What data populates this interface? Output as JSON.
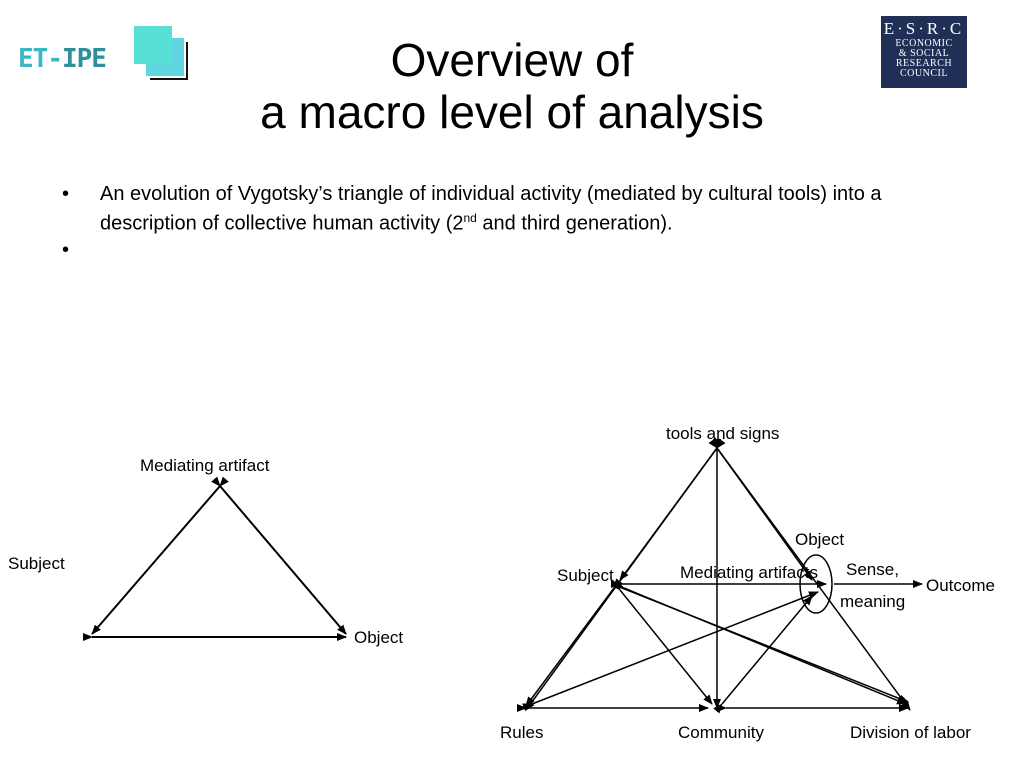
{
  "logo": {
    "text_et": "ET",
    "text_dash": "-",
    "text_ipe": "IPE"
  },
  "esrc": {
    "top": "E·S·R·C",
    "lines": [
      "ECONOMIC",
      "& SOCIAL",
      "RESEARCH",
      "COUNCIL"
    ]
  },
  "title": {
    "line1": "Overview of",
    "line2": "a macro level of analysis"
  },
  "bullets": {
    "item1": {
      "bullet": "•",
      "text_before_sup": "An evolution of Vygotsky’s triangle of individual activity (mediated by cultural tools) into a description of collective human activity (2",
      "sup": "nd",
      "text_after_sup": " and third generation)."
    },
    "item2": {
      "bullet": "•"
    }
  },
  "diagram_left": {
    "top": "Mediating artifact",
    "left": "Subject",
    "right": "Object"
  },
  "diagram_right": {
    "top": "tools and signs",
    "object": "Object",
    "subject": "Subject",
    "mediating": "Mediating artifacts",
    "sense1": "Sense,",
    "sense2": "meaning",
    "outcome": "Outcome",
    "rules": "Rules",
    "community": "Community",
    "division": "Division of labor"
  }
}
